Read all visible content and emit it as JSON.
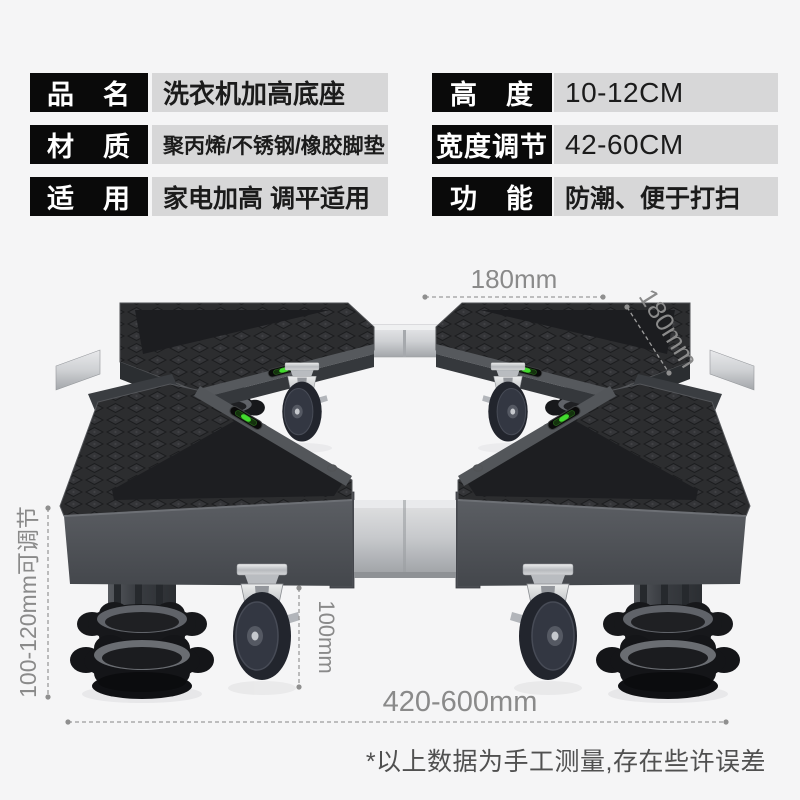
{
  "specs": {
    "left": [
      {
        "label": "品　名",
        "value": "洗衣机加高底座"
      },
      {
        "label": "材　质",
        "value": "聚丙烯/不锈钢/橡胶脚垫"
      },
      {
        "label": "适　用",
        "value": "家电加高 调平适用"
      }
    ],
    "right": [
      {
        "label": "高　度",
        "value": "10-12CM"
      },
      {
        "label": "宽度调节",
        "value": "42-60CM"
      },
      {
        "label": "功　能",
        "value": "防潮、便于打扫"
      }
    ]
  },
  "dimensions": {
    "top_width": "180mm",
    "side_depth": "180mm",
    "leg_height": "100-120mm可调节",
    "caster_height": "100mm",
    "total_width": "420-600mm"
  },
  "note": "*以上数据为手工测量,存在些许误差",
  "colors": {
    "background": "#f5f5f6",
    "spec_label_bg": "#0a0a0a",
    "spec_value_bg": "#d7d7d8",
    "dimension_gray": "#8a8a8a",
    "level_vial_green": "#43db2f",
    "plastic_black": "#2c2d2f",
    "steel_silver": "#c7c9cc"
  }
}
